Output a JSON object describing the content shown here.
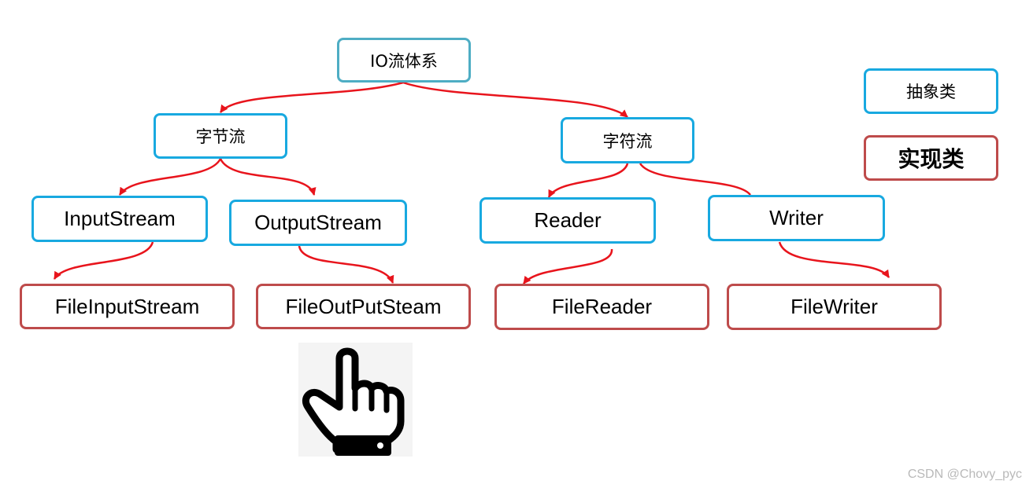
{
  "diagram": {
    "root": "IO流体系",
    "byte_stream": "字节流",
    "char_stream": "字符流",
    "input_stream": "InputStream",
    "output_stream": "OutputStream",
    "reader": "Reader",
    "writer": "Writer",
    "file_input_stream": "FileInputStream",
    "file_output_stream": "FileOutPutSteam",
    "file_reader": "FileReader",
    "file_writer": "FileWriter"
  },
  "legend": {
    "abstract_label": "抽象类",
    "concrete_label": "实现类"
  },
  "colors": {
    "abstract_border": "#18a9e0",
    "root_border": "#4eadc4",
    "concrete_border": "#be4b4b",
    "arrow": "#e8141c"
  },
  "icons": {
    "pointer": "hand-pointer-icon"
  },
  "watermark": "CSDN @Chovy_pyc"
}
